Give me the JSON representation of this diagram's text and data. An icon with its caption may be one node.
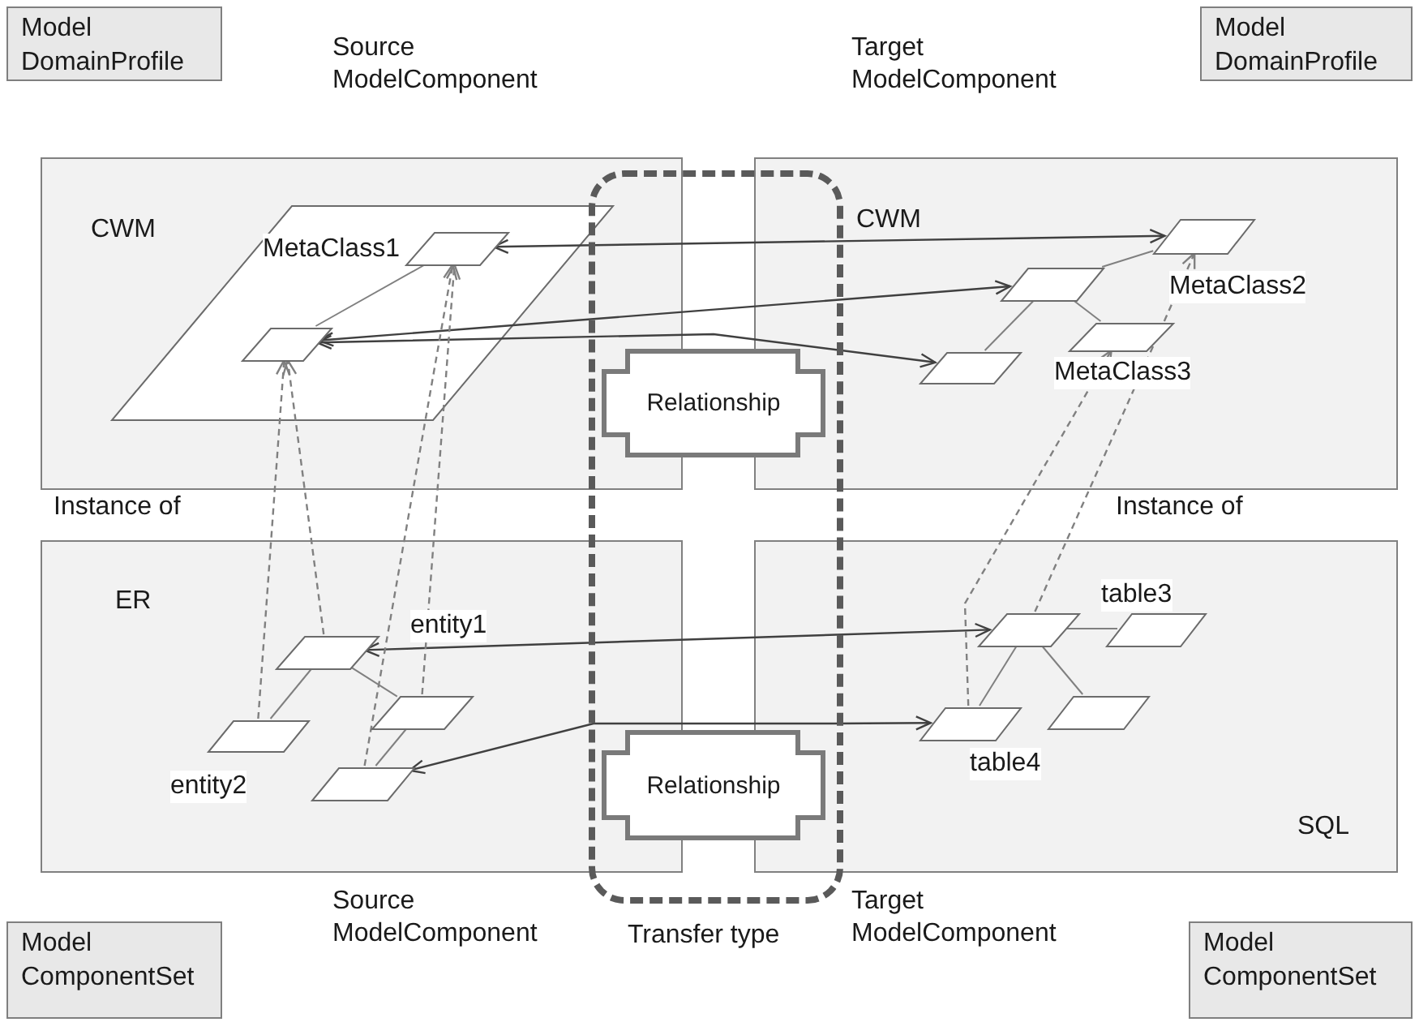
{
  "diagram": {
    "nodes": [
      {
        "text": [
          "Model DomainProfile"
        ]
      },
      {
        "text": [
          "Model DomainProfile"
        ]
      },
      {
        "text": [
          "CWM"
        ]
      },
      {
        "text": [],
        "shape": "parallelogram",
        "in": 2,
        "beside": [
          "MetaClass1"
        ]
      },
      {
        "text": [],
        "shape": "parallelogram",
        "in": 2
      },
      {
        "text": [
          "Transfer type"
        ]
      },
      {
        "text": [
          "Relationship"
        ],
        "in": 5
      },
      {
        "text": [
          "CWM"
        ]
      },
      {
        "text": [],
        "shape": "parallelogram",
        "in": 7,
        "beside": [
          "MetaClass2"
        ]
      },
      {
        "text": [],
        "shape": "parallelogram",
        "in": 7
      },
      {
        "text": [],
        "shape": "parallelogram",
        "in": 7,
        "beside": [
          "MetaClass3"
        ]
      },
      {
        "text": [],
        "shape": "parallelogram",
        "in": 7
      },
      {
        "text": [
          "ER"
        ]
      },
      {
        "text": [],
        "shape": "parallelogram",
        "in": 12,
        "beside": [
          "entity1"
        ]
      },
      {
        "text": [],
        "shape": "parallelogram",
        "in": 12
      },
      {
        "text": [],
        "shape": "parallelogram",
        "in": 12,
        "beside": [
          "entity2"
        ]
      },
      {
        "text": [],
        "shape": "parallelogram",
        "in": 12
      },
      {
        "text": [
          "Relationship"
        ],
        "in": 5
      },
      {
        "text": [
          "SQL"
        ]
      },
      {
        "text": [],
        "shape": "parallelogram",
        "in": 18
      },
      {
        "text": [],
        "shape": "parallelogram",
        "in": 18,
        "beside": [
          "table3"
        ]
      },
      {
        "text": [],
        "shape": "parallelogram",
        "in": 18
      },
      {
        "text": [],
        "shape": "parallelogram",
        "in": 18,
        "beside": [
          "table4"
        ]
      },
      {
        "text": [
          "Model ComponentSet"
        ]
      },
      {
        "text": [
          "Model ComponentSet"
        ]
      }
    ],
    "edges": [
      {
        "from": 3,
        "to": 8,
        "arrow": "both",
        "color": "#404040"
      },
      {
        "from": 4,
        "to": 9,
        "arrow": "both",
        "color": "#404040"
      },
      {
        "from": 4,
        "to": 11,
        "arrow": "both",
        "color": "#404040"
      },
      {
        "from": 13,
        "to": 19,
        "arrow": "both",
        "color": "#404040"
      },
      {
        "from": 16,
        "to": 22,
        "arrow": "both",
        "color": "#404040"
      },
      {
        "from": 3,
        "to": 4,
        "arrow": "none"
      },
      {
        "from": 9,
        "to": 8,
        "arrow": "none"
      },
      {
        "from": 9,
        "to": 11,
        "arrow": "none"
      },
      {
        "from": 9,
        "to": 10,
        "arrow": "none"
      },
      {
        "from": 13,
        "to": 15,
        "arrow": "none"
      },
      {
        "from": 13,
        "to": 14,
        "arrow": "none"
      },
      {
        "from": 14,
        "to": 16,
        "arrow": "none"
      },
      {
        "from": 19,
        "to": 20,
        "arrow": "none"
      },
      {
        "from": 19,
        "to": 21,
        "arrow": "none"
      },
      {
        "from": 19,
        "to": 22,
        "arrow": "none"
      },
      {
        "from": 15,
        "to": 4,
        "arrow": "to",
        "style": "dashed"
      },
      {
        "from": 13,
        "to": 4,
        "arrow": "to",
        "style": "dashed"
      },
      {
        "from": 16,
        "to": 3,
        "arrow": "to",
        "style": "dashed"
      },
      {
        "from": 14,
        "to": 3,
        "arrow": "to",
        "style": "dashed"
      },
      {
        "from": 22,
        "to": 10,
        "arrow": "to",
        "style": "dashed"
      },
      {
        "from": 19,
        "to": 8,
        "arrow": "to",
        "style": "dashed"
      }
    ],
    "labels": [
      "Source ModelComponent",
      "Target ModelComponent",
      "Instance of",
      "Instance of",
      "Source ModelComponent",
      "Target ModelComponent"
    ]
  }
}
